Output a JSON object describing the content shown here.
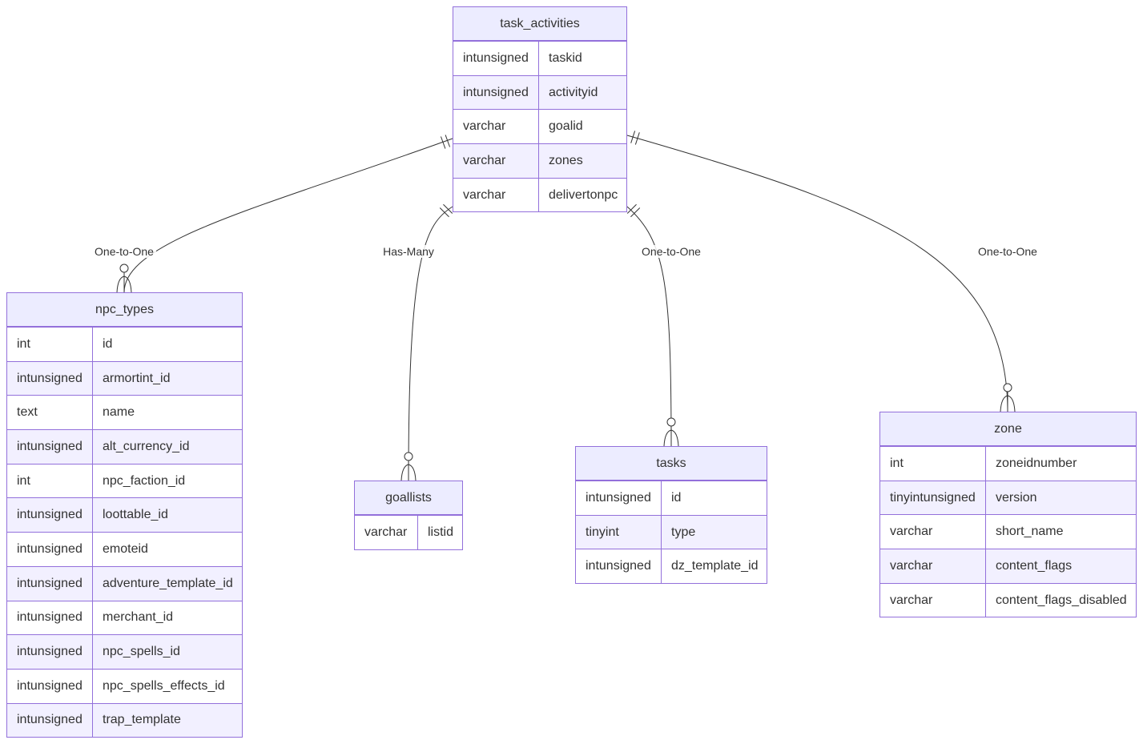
{
  "entities": [
    {
      "id": "task_activities",
      "title": "task_activities",
      "attributes": [
        {
          "type": "intunsigned",
          "name": "taskid"
        },
        {
          "type": "intunsigned",
          "name": "activityid"
        },
        {
          "type": "varchar",
          "name": "goalid"
        },
        {
          "type": "varchar",
          "name": "zones"
        },
        {
          "type": "varchar",
          "name": "delivertonpc"
        }
      ]
    },
    {
      "id": "npc_types",
      "title": "npc_types",
      "attributes": [
        {
          "type": "int",
          "name": "id"
        },
        {
          "type": "intunsigned",
          "name": "armortint_id"
        },
        {
          "type": "text",
          "name": "name"
        },
        {
          "type": "intunsigned",
          "name": "alt_currency_id"
        },
        {
          "type": "int",
          "name": "npc_faction_id"
        },
        {
          "type": "intunsigned",
          "name": "loottable_id"
        },
        {
          "type": "intunsigned",
          "name": "emoteid"
        },
        {
          "type": "intunsigned",
          "name": "adventure_template_id"
        },
        {
          "type": "intunsigned",
          "name": "merchant_id"
        },
        {
          "type": "intunsigned",
          "name": "npc_spells_id"
        },
        {
          "type": "intunsigned",
          "name": "npc_spells_effects_id"
        },
        {
          "type": "intunsigned",
          "name": "trap_template"
        }
      ]
    },
    {
      "id": "goallists",
      "title": "goallists",
      "attributes": [
        {
          "type": "varchar",
          "name": "listid"
        }
      ]
    },
    {
      "id": "tasks",
      "title": "tasks",
      "attributes": [
        {
          "type": "intunsigned",
          "name": "id"
        },
        {
          "type": "tinyint",
          "name": "type"
        },
        {
          "type": "intunsigned",
          "name": "dz_template_id"
        }
      ]
    },
    {
      "id": "zone",
      "title": "zone",
      "attributes": [
        {
          "type": "int",
          "name": "zoneidnumber"
        },
        {
          "type": "tinyintunsigned",
          "name": "version"
        },
        {
          "type": "varchar",
          "name": "short_name"
        },
        {
          "type": "varchar",
          "name": "content_flags"
        },
        {
          "type": "varchar",
          "name": "content_flags_disabled"
        }
      ]
    }
  ],
  "relationships": [
    {
      "from": "task_activities",
      "to": "npc_types",
      "label": "One-to-One",
      "from_cardinality": "exactly-one",
      "to_cardinality": "zero-or-more"
    },
    {
      "from": "task_activities",
      "to": "goallists",
      "label": "Has-Many",
      "from_cardinality": "exactly-one",
      "to_cardinality": "zero-or-more"
    },
    {
      "from": "task_activities",
      "to": "tasks",
      "label": "One-to-One",
      "from_cardinality": "exactly-one",
      "to_cardinality": "zero-or-more"
    },
    {
      "from": "task_activities",
      "to": "zone",
      "label": "One-to-One",
      "from_cardinality": "exactly-one",
      "to_cardinality": "zero-or-more"
    }
  ],
  "colors": {
    "header_fill": "#ECECFF",
    "alt_row_fill": "#F2F0FF",
    "border": "#9370DB",
    "line": "#333333",
    "text": "#333333"
  }
}
